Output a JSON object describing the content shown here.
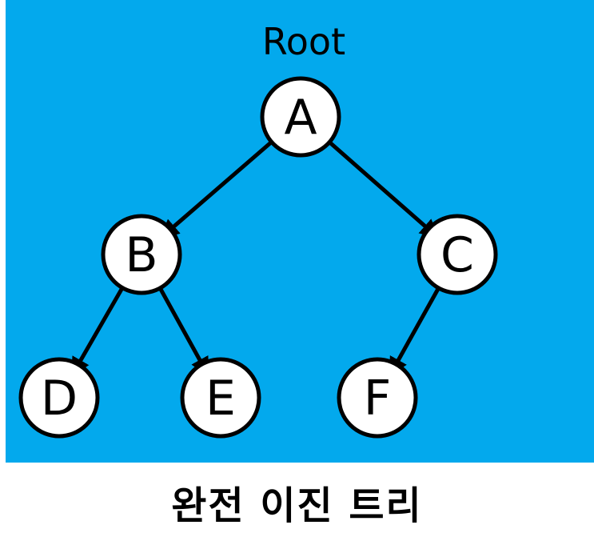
{
  "diagram": {
    "root_label": "Root",
    "nodes": [
      {
        "id": "A",
        "label": "A"
      },
      {
        "id": "B",
        "label": "B"
      },
      {
        "id": "C",
        "label": "C"
      },
      {
        "id": "D",
        "label": "D"
      },
      {
        "id": "E",
        "label": "E"
      },
      {
        "id": "F",
        "label": "F"
      }
    ],
    "edges": [
      {
        "from": "A",
        "to": "B"
      },
      {
        "from": "A",
        "to": "C"
      },
      {
        "from": "B",
        "to": "D"
      },
      {
        "from": "B",
        "to": "E"
      },
      {
        "from": "C",
        "to": "F"
      }
    ],
    "caption": "완전 이진 트리"
  },
  "colors": {
    "background": "#03a9ed",
    "node_fill": "#ffffff",
    "stroke": "#000000"
  }
}
